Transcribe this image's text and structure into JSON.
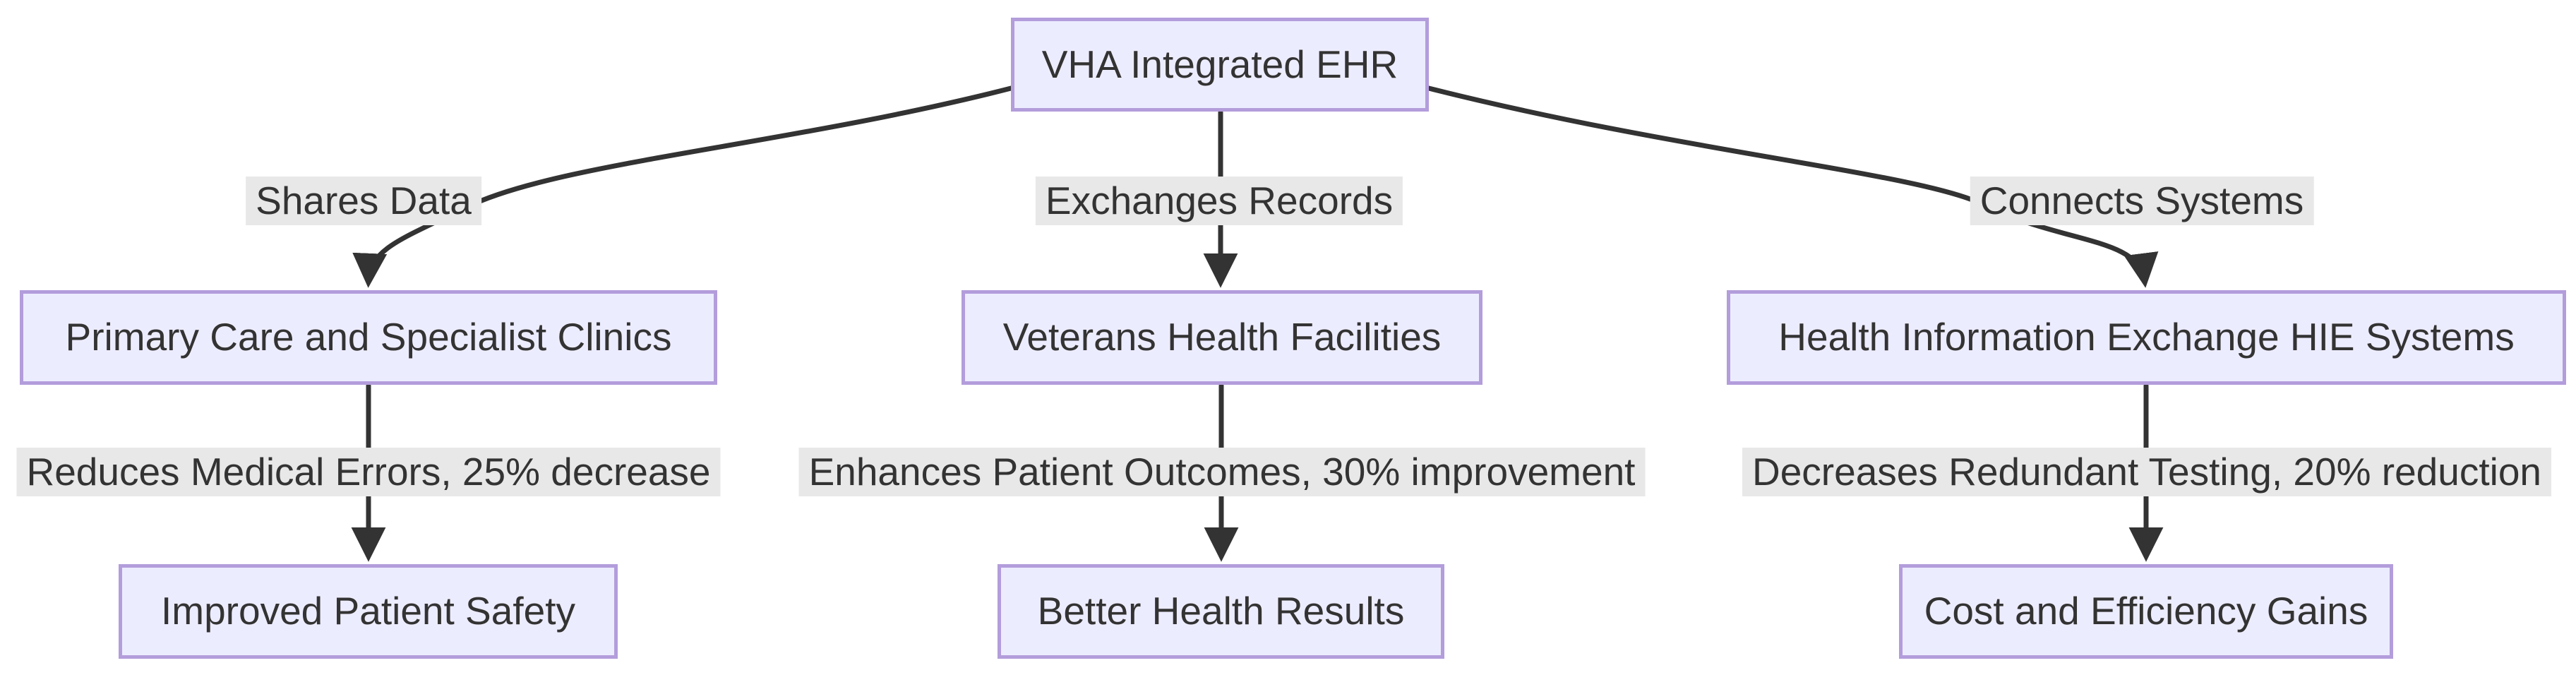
{
  "diagram": {
    "type": "flowchart",
    "direction": "top-down",
    "nodes": {
      "root": "VHA Integrated EHR",
      "clinics": "Primary Care and Specialist Clinics",
      "facilities": "Veterans Health Facilities",
      "hie": "Health Information Exchange HIE Systems",
      "safety": "Improved Patient Safety",
      "results": "Better Health Results",
      "gains": "Cost and Efficiency Gains"
    },
    "edges": [
      {
        "from": "root",
        "to": "clinics",
        "label": "Shares Data"
      },
      {
        "from": "root",
        "to": "facilities",
        "label": "Exchanges Records"
      },
      {
        "from": "root",
        "to": "hie",
        "label": "Connects Systems"
      },
      {
        "from": "clinics",
        "to": "safety",
        "label": "Reduces Medical Errors, 25% decrease"
      },
      {
        "from": "facilities",
        "to": "results",
        "label": "Enhances Patient Outcomes, 30% improvement"
      },
      {
        "from": "hie",
        "to": "gains",
        "label": "Decreases Redundant Testing, 20% reduction"
      }
    ],
    "colors": {
      "node_fill": "#ECECFF",
      "node_border": "#b39ddb",
      "edge_line": "#333333",
      "edge_label_background": "#e8e8e8",
      "text": "#333333"
    }
  }
}
